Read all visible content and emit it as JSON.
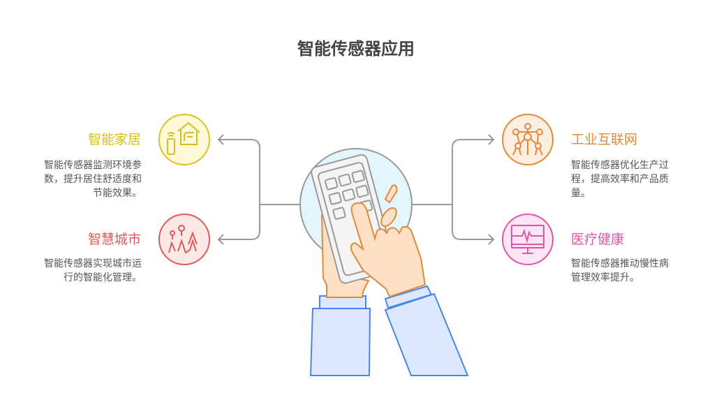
{
  "title": "智能传感器应用",
  "colors": {
    "smart_home": "#d9bd1e",
    "smart_city": "#e05a5a",
    "iiot": "#e08a3a",
    "healthcare": "#df55a8",
    "line": "#999999"
  },
  "items": [
    {
      "title": "智能家居",
      "description": "智能传感器监测环境参数，提升居住舒适度和节能效果。",
      "icon": "smart-home-icon"
    },
    {
      "title": "智慧城市",
      "description": "智能传感器实现城市运行的智能化管理。",
      "icon": "city-icon"
    },
    {
      "title": "工业互联网",
      "description": "智能传感器优化生产过程，提高效率和产品质量。",
      "icon": "network-molecule-icon"
    },
    {
      "title": "医疗健康",
      "description": "智能传感器推动慢性病管理效率提升。",
      "icon": "heart-monitor-icon"
    }
  ]
}
